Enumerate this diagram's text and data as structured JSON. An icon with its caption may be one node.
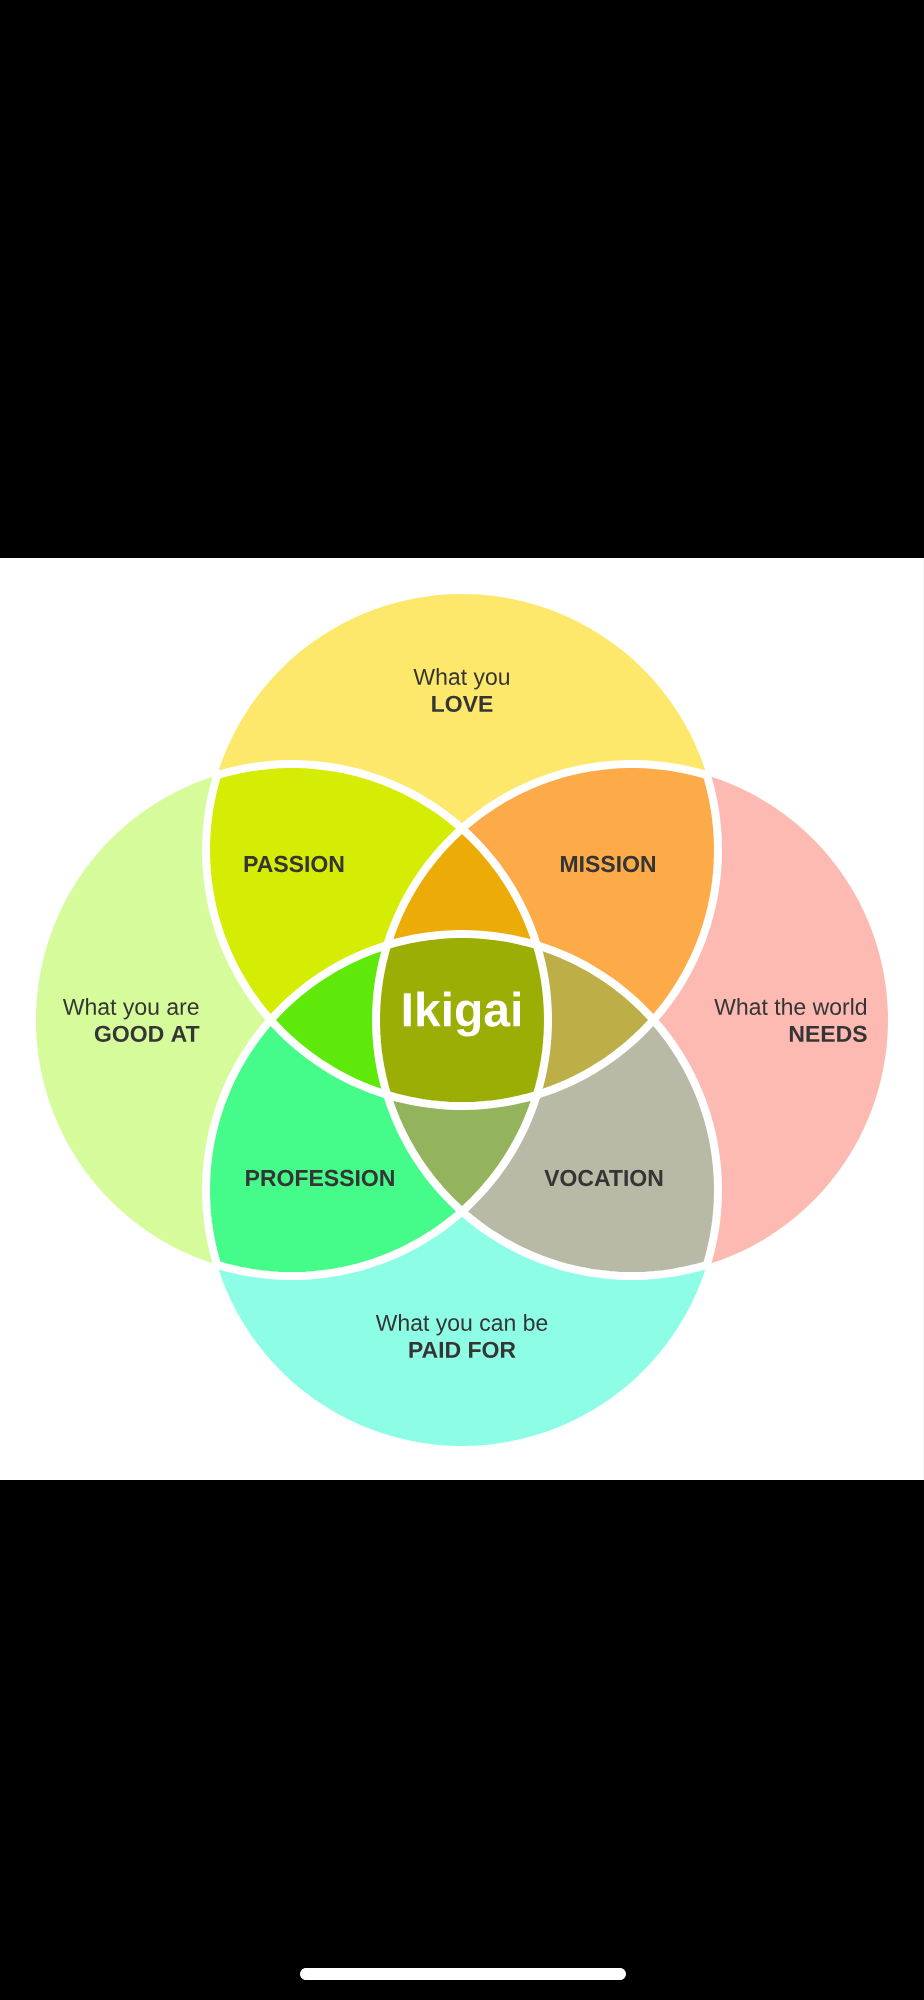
{
  "diagram": {
    "nodes": [
      {
        "text": [
          "What you",
          "LOVE"
        ]
      },
      {
        "text": [
          "PASSION"
        ]
      },
      {
        "text": [
          "MISSION"
        ]
      },
      {
        "text": [
          "What you are",
          "GOOD AT"
        ]
      },
      {
        "text": [
          "Ikigai"
        ]
      },
      {
        "text": [
          "What the world",
          "NEEDS"
        ]
      },
      {
        "text": [
          "PROFESSION"
        ]
      },
      {
        "text": [
          "VOCATION"
        ]
      },
      {
        "text": [
          "What you can be",
          "PAID FOR"
        ]
      }
    ]
  }
}
